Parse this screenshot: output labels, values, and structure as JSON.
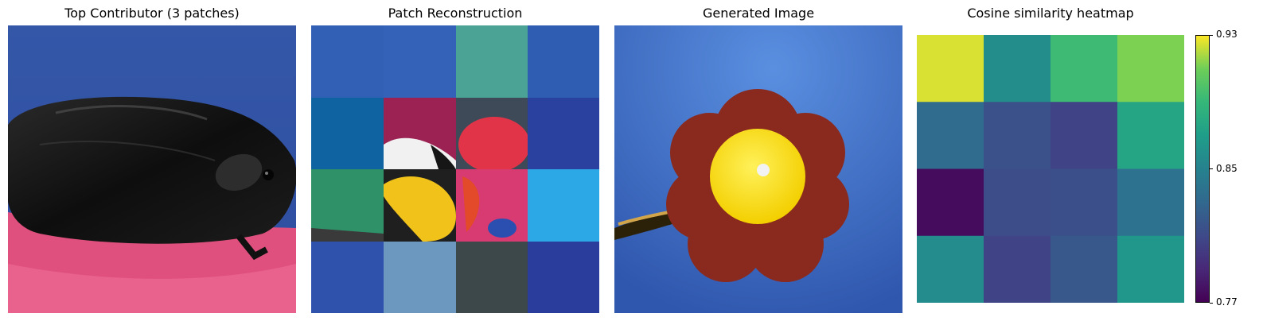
{
  "panels": {
    "top_contributor": {
      "title": "Top Contributor (3 patches)"
    },
    "patch_reconstruction": {
      "title": "Patch Reconstruction"
    },
    "generated_image": {
      "title": "Generated Image"
    }
  },
  "chart_data": {
    "type": "heatmap",
    "title": "Cosine similarity heatmap",
    "xlabel": "",
    "ylabel": "",
    "grid": false,
    "colormap": "viridis",
    "vmin": 0.77,
    "vmax": 0.93,
    "colorbar_ticks": [
      0.77,
      0.85,
      0.93
    ],
    "colorbar_tick_labels": [
      "0.77",
      "0.85",
      "0.93"
    ],
    "values": [
      [
        0.925,
        0.858,
        0.893,
        0.912
      ],
      [
        0.833,
        0.815,
        0.806,
        0.876
      ],
      [
        0.775,
        0.812,
        0.814,
        0.838
      ],
      [
        0.857,
        0.806,
        0.819,
        0.864
      ]
    ]
  },
  "colors": {
    "background_blue": "#3a63b8",
    "fleece_pink": "#e2507f",
    "fur_black": "#151515",
    "flower_brown": "#8c2a1c",
    "flower_center_yellow": "#f5d900"
  }
}
